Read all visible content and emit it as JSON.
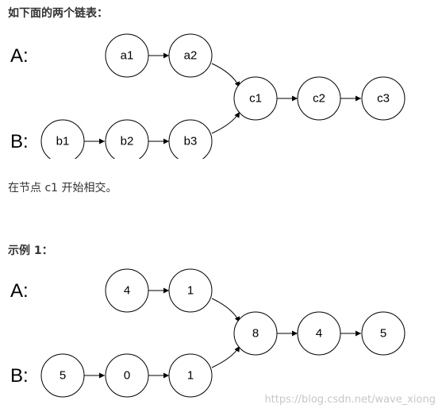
{
  "intro_text": "如下面的两个链表：",
  "note_text": "在节点 c1 开始相交。",
  "example_title": "示例 1：",
  "watermark": "https://blog.csdn.net/wave_xiong",
  "diagram1": {
    "list_a_label": "A:",
    "list_b_label": "B:",
    "nodes": {
      "a1": "a1",
      "a2": "a2",
      "b1": "b1",
      "b2": "b2",
      "b3": "b3",
      "c1": "c1",
      "c2": "c2",
      "c3": "c3"
    }
  },
  "diagram2": {
    "list_a_label": "A:",
    "list_b_label": "B:",
    "nodes": {
      "a1": "4",
      "a2": "1",
      "b1": "5",
      "b2": "0",
      "b3": "1",
      "c1": "8",
      "c2": "4",
      "c3": "5"
    }
  }
}
